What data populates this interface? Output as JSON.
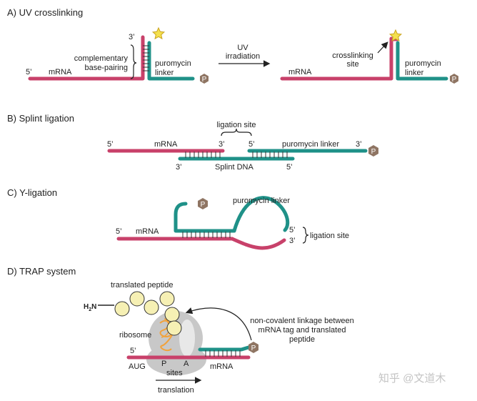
{
  "colors": {
    "mrna": "#c8416a",
    "linker": "#1f9188",
    "puromycin": "#8f7563",
    "star": "#f4e04d",
    "ribosome": "#c8c8c8",
    "peptide": "#f6f0b4",
    "rna_fold": "#f2a23a"
  },
  "sections": {
    "a": {
      "title": "A)   UV crosslinking",
      "three_prime": "3’",
      "five_prime_left": "5’",
      "mrna_left": "mRNA",
      "complementary_1": "complementary",
      "complementary_2": "base-pairing",
      "puro_left_1": "puromycin",
      "puro_left_2": "linker",
      "p_left": "P",
      "uv_1": "UV",
      "uv_2": "irradiation",
      "crosslink_1": "crosslinking",
      "crosslink_2": "site",
      "mrna_right": "mRNA",
      "puro_right_1": "puromycin",
      "puro_right_2": "linker",
      "p_right": "P"
    },
    "b": {
      "title": "B)   Splint ligation",
      "ligation_site": "ligation site",
      "five_prime_1": "5’",
      "mrna": "mRNA",
      "three_prime_1": "3’",
      "five_prime_2": "5’",
      "puro": "puromycin linker",
      "three_prime_2": "3’",
      "p": "P",
      "three_prime_3": "3’",
      "splint": "Splint DNA",
      "five_prime_3": "5’"
    },
    "c": {
      "title": "C)   Y-ligation",
      "p": "P",
      "puro": "puromycin linker",
      "five_prime_1": "5’",
      "mrna": "mRNA",
      "five_prime_2": "5’",
      "three_prime": "3’",
      "ligation_site": "ligation site"
    },
    "d": {
      "title": "D)    TRAP system",
      "peptide": "translated peptide",
      "h2n_h": "H",
      "h2n_2": "2",
      "h2n_n": "N",
      "ribosome": "ribosome",
      "five_prime": "5’",
      "aug": "AUG",
      "p_site": "P",
      "a_site": "A",
      "sites": "sites",
      "mrna": "mRNA",
      "p": "P",
      "noncov_1": "non-covalent linkage between",
      "noncov_2": "mRNA tag and translated",
      "noncov_3": "peptide",
      "translation": "translation"
    }
  },
  "watermark": "知乎 @文道木"
}
